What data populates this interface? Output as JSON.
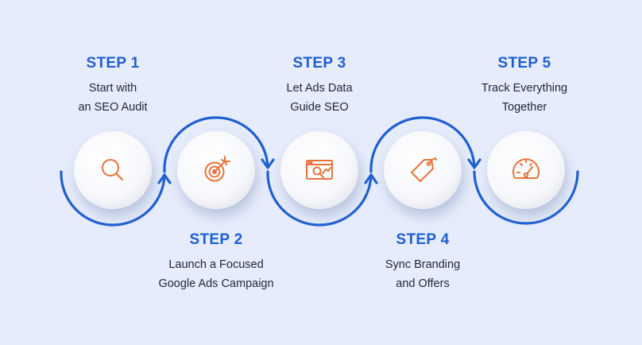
{
  "steps": [
    {
      "title": "STEP 1",
      "line1": "Start with",
      "line2": "an SEO Audit",
      "icon": "search-icon"
    },
    {
      "title": "STEP 2",
      "line1": "Launch a Focused",
      "line2": "Google Ads Campaign",
      "icon": "target-icon"
    },
    {
      "title": "STEP 3",
      "line1": "Let Ads Data",
      "line2": "Guide SEO",
      "icon": "analytics-screen-icon"
    },
    {
      "title": "STEP 4",
      "line1": "Sync Branding",
      "line2": "and Offers",
      "icon": "tag-icon"
    },
    {
      "title": "STEP 5",
      "line1": "Track Everything",
      "line2": "Together",
      "icon": "speedometer-icon"
    }
  ],
  "colors": {
    "background": "#e6ecfb",
    "accent_blue": "#1e5fd0",
    "icon_orange": "#e8733a",
    "circle_white": "#fbfbfd",
    "text_dark": "#1f2633"
  }
}
